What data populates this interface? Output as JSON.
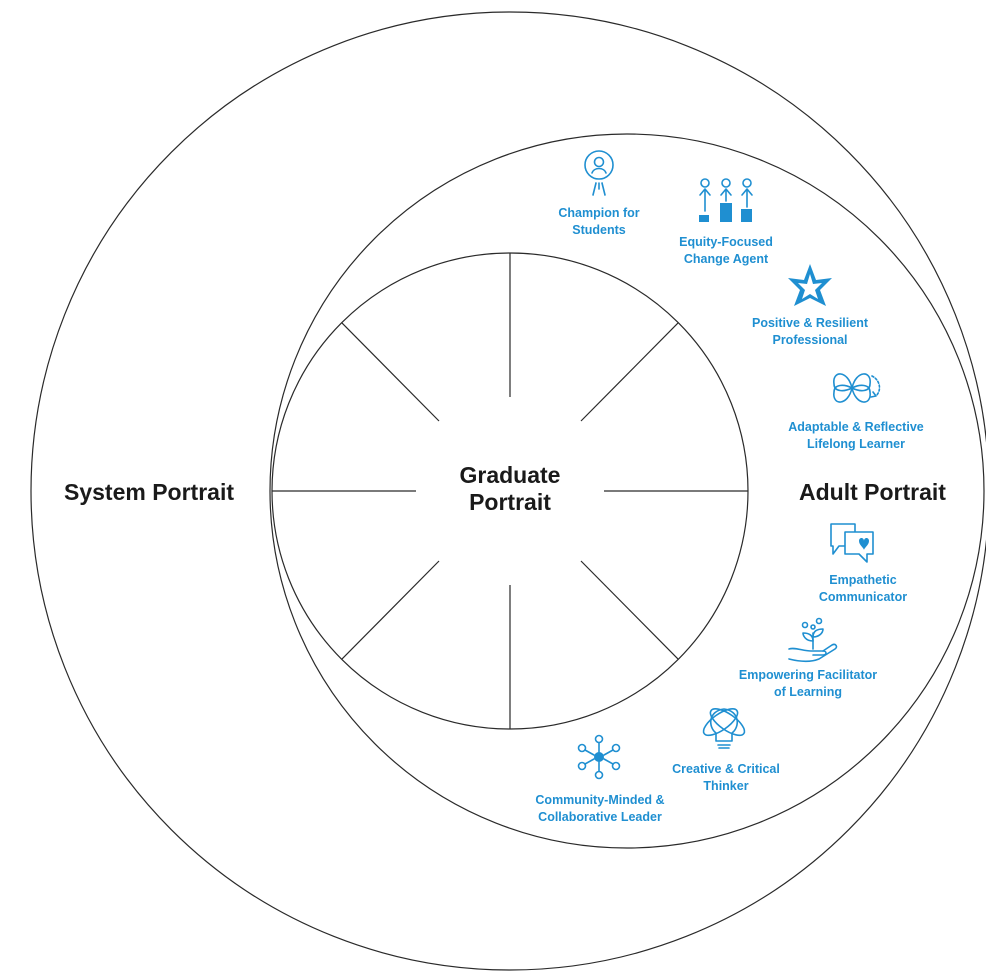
{
  "labels": {
    "system": "System Portrait",
    "adult": "Adult Portrait",
    "graduate_line1": "Graduate",
    "graduate_line2": "Portrait"
  },
  "attributes": [
    {
      "line1": "Champion for",
      "line2": "Students",
      "icon": "person-radiating-icon"
    },
    {
      "line1": "Equity-Focused",
      "line2": "Change Agent",
      "icon": "people-podium-icon"
    },
    {
      "line1": "Positive & Resilient",
      "line2": "Professional",
      "icon": "star-burst-icon"
    },
    {
      "line1": "Adaptable & Reflective",
      "line2": "Lifelong Learner",
      "icon": "clover-loop-icon"
    },
    {
      "line1": "Empathetic",
      "line2": "Communicator",
      "icon": "speech-heart-icon"
    },
    {
      "line1": "Empowering Facilitator",
      "line2": "of Learning",
      "icon": "hand-sprout-icon"
    },
    {
      "line1": "Creative & Critical",
      "line2": "Thinker",
      "icon": "lightbulb-orbit-icon"
    },
    {
      "line1": "Community-Minded &",
      "line2": "Collaborative Leader",
      "icon": "network-hub-icon"
    }
  ],
  "colors": {
    "accent": "#1f8fd1",
    "line": "#2a2a2a",
    "text": "#1a1a1a"
  }
}
